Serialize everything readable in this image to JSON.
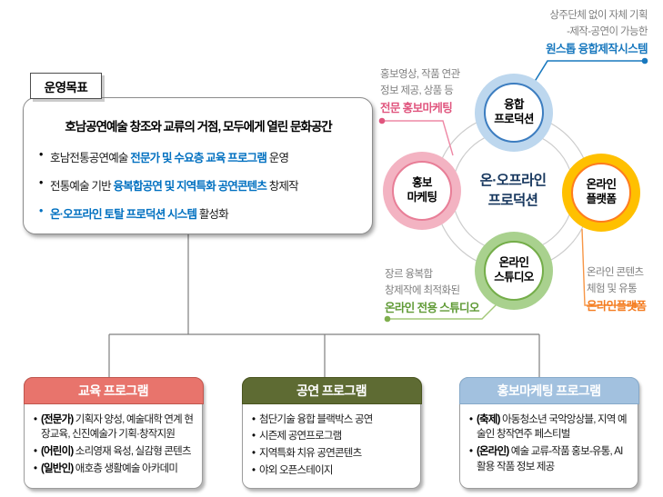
{
  "goal": {
    "tab": "운영목표",
    "title": "호남공연예술 창조와 교류의 거점, 모두에게 열린 문화공간",
    "bullets": [
      {
        "pre": "호남전통공연예술 ",
        "em": "전문가 및 수요층 교육 프로그램",
        "post": " 운영"
      },
      {
        "pre": "전통예술 기반 ",
        "em": "융복합공연 및 지역특화 공연콘텐츠",
        "post": " 창제작"
      },
      {
        "pre": "",
        "em": "온·오프라인 토탈 프로덕션 시스템",
        "post": " 활성화"
      }
    ]
  },
  "diagram": {
    "center": {
      "line1": "온·오프라인",
      "line2": "프로덕션"
    },
    "nodes": [
      {
        "id": "fusion-production",
        "line1": "융합",
        "line2": "프로덕션",
        "ring_color": "#BDD7EE",
        "stroke_color": "#3C7DC0"
      },
      {
        "id": "promotion-marketing",
        "line1": "홍보",
        "line2": "마케팅",
        "ring_color": "#F3B3C2",
        "stroke_color": "#E87E97"
      },
      {
        "id": "online-platform",
        "line1": "온라인",
        "line2": "플랫폼",
        "ring_color": "#FFC000",
        "stroke_color": "#FF7C1E"
      },
      {
        "id": "online-studio",
        "line1": "온라인",
        "line2": "스튜디오",
        "ring_color": "#A9D18E",
        "stroke_color": "#74AD49"
      }
    ],
    "annotations": [
      {
        "id": "onestop",
        "line1": "상주단체 없이 자체 기획",
        "line2": "-제작-공연이 가능한",
        "em": "원스톱 융합제작시스템",
        "color": "#1878BE"
      },
      {
        "id": "promo",
        "line1": "홍보영상, 작품 연관",
        "line2": "정보 제공, 상품 등",
        "em": "전문 홍보마케팅",
        "color": "#E0557E"
      },
      {
        "id": "studio",
        "line1": "장르 융복합",
        "line2": "창제작에 최적화된",
        "em": "온라인 전용 스튜디오",
        "color": "#5F9A35"
      },
      {
        "id": "platform",
        "line1": "온라인 콘텐츠",
        "line2": "체험 및 유통",
        "em": "온라인플랫폼",
        "color": "#F47C20"
      }
    ]
  },
  "programs": [
    {
      "title": "교육 프로그램",
      "header_color": "#E8746C",
      "items": [
        {
          "em": "(전문가)",
          "text": " 기획자 양성, 예술대학 연계 현장교육, 신진예술가 기획·창작지원"
        },
        {
          "em": "(어린이)",
          "text": " 소리영재 육성, 실감형 콘텐츠"
        },
        {
          "em": "(일반인)",
          "text": " 애호층 생활예술 아카데미"
        }
      ]
    },
    {
      "title": "공연 프로그램",
      "header_color": "#5E6B33",
      "items": [
        {
          "em": "",
          "text": "첨단기술 융합 블랙박스 공연"
        },
        {
          "em": "",
          "text": "시즌제 공연프로그램"
        },
        {
          "em": "",
          "text": "지역특화 치유 공연콘텐츠"
        },
        {
          "em": "",
          "text": "야외 오픈스테이지"
        }
      ]
    },
    {
      "title": "홍보마케팅 프로그램",
      "header_color": "#A2C1DF",
      "items": [
        {
          "em": "(축제)",
          "text": " 아동청소년 국악앙상블, 지역 예술인 창작연주 페스티벌"
        },
        {
          "em": "(온라인)",
          "text": " 예술 교류-작품 홍보-유통, AI 활용 작품 정보 제공"
        }
      ]
    }
  ],
  "colors": {
    "goal_accent_blue": "#0070C0",
    "center_text_navy": "#17375E",
    "connector_gray": "#7F7F7F"
  }
}
